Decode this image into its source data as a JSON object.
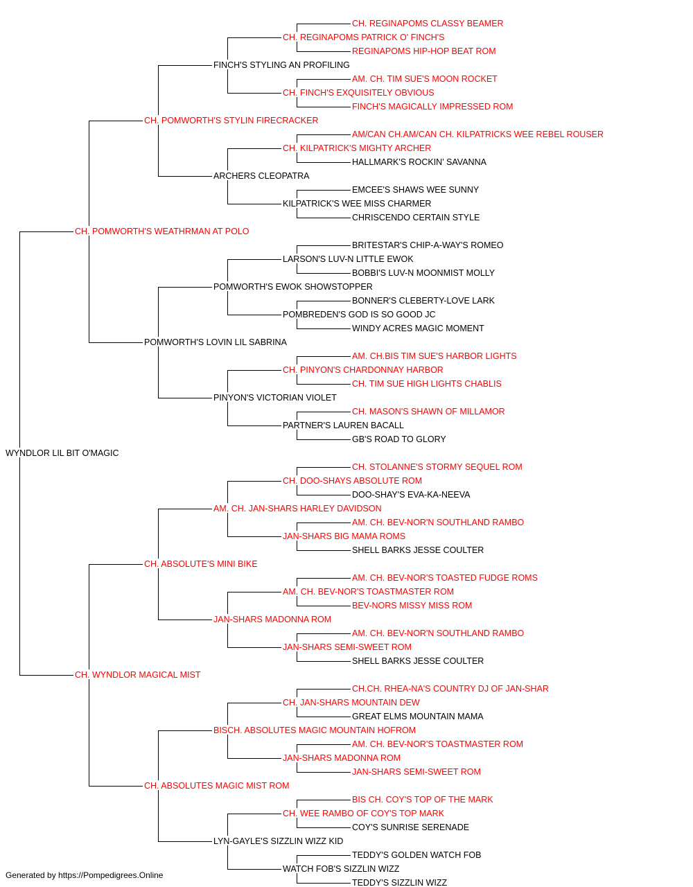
{
  "colors": {
    "champion": "#ff0000",
    "regular": "#000000",
    "line": "#000000"
  },
  "pedigree": [
    {
      "name": "WYNDLOR LIL BIT O'MAGIC",
      "champion": false
    },
    {
      "name": "CH. POMWORTH'S WEATHRMAN AT POLO",
      "champion": true
    },
    {
      "name": "CH. WYNDLOR MAGICAL MIST",
      "champion": true
    },
    {
      "name": "CH. POMWORTH'S STYLIN FIRECRACKER",
      "champion": true
    },
    {
      "name": "POMWORTH'S LOVIN LIL SABRINA",
      "champion": false
    },
    {
      "name": "CH. ABSOLUTE'S MINI BIKE",
      "champion": true
    },
    {
      "name": "CH. ABSOLUTES MAGIC MIST ROM",
      "champion": true
    },
    {
      "name": "FINCH'S STYLING AN PROFILING",
      "champion": false
    },
    {
      "name": "ARCHERS CLEOPATRA",
      "champion": false
    },
    {
      "name": "POMWORTH'S EWOK SHOWSTOPPER",
      "champion": false
    },
    {
      "name": "PINYON'S VICTORIAN VIOLET",
      "champion": false
    },
    {
      "name": "AM. CH. JAN-SHARS HARLEY DAVIDSON",
      "champion": true
    },
    {
      "name": "JAN-SHARS MADONNA ROM",
      "champion": true
    },
    {
      "name": "BISCH. ABSOLUTES MAGIC MOUNTAIN HOFROM",
      "champion": true
    },
    {
      "name": "LYN-GAYLE'S SIZZLIN WIZZ KID",
      "champion": false
    },
    {
      "name": "CH. REGINAPOMS PATRICK O' FINCH'S",
      "champion": true
    },
    {
      "name": "CH. FINCH'S EXQUISITELY OBVIOUS",
      "champion": true
    },
    {
      "name": "CH. KILPATRICK'S MIGHTY ARCHER",
      "champion": true
    },
    {
      "name": "KILPATRICK'S WEE MISS CHARMER",
      "champion": false
    },
    {
      "name": "LARSON'S LUV-N LITTLE EWOK",
      "champion": false
    },
    {
      "name": "POMBREDEN'S GOD IS SO GOOD JC",
      "champion": false
    },
    {
      "name": "CH. PINYON'S CHARDONNAY HARBOR",
      "champion": true
    },
    {
      "name": "PARTNER'S LAUREN BACALL",
      "champion": false
    },
    {
      "name": "CH. DOO-SHAYS ABSOLUTE ROM",
      "champion": true
    },
    {
      "name": "JAN-SHARS BIG MAMA ROMS",
      "champion": true
    },
    {
      "name": "AM. CH. BEV-NOR'S TOASTMASTER ROM",
      "champion": true
    },
    {
      "name": "JAN-SHARS SEMI-SWEET ROM",
      "champion": true
    },
    {
      "name": "CH. JAN-SHARS MOUNTAIN DEW",
      "champion": true
    },
    {
      "name": "JAN-SHARS MADONNA ROM",
      "champion": true
    },
    {
      "name": "CH. WEE RAMBO OF COY'S TOP MARK",
      "champion": true
    },
    {
      "name": "WATCH FOB'S SIZZLIN WIZZ",
      "champion": false
    },
    {
      "name": "CH. REGINAPOMS CLASSY BEAMER",
      "champion": true
    },
    {
      "name": "REGINAPOMS HIP-HOP BEAT ROM",
      "champion": true
    },
    {
      "name": "AM. CH. TIM SUE'S MOON ROCKET",
      "champion": true
    },
    {
      "name": "FINCH'S MAGICALLY IMPRESSED ROM",
      "champion": true
    },
    {
      "name": "AM/CAN CH.AM/CAN CH. KILPATRICKS WEE REBEL ROUSER",
      "champion": true
    },
    {
      "name": "HALLMARK'S ROCKIN' SAVANNA",
      "champion": false
    },
    {
      "name": "EMCEE'S SHAWS WEE SUNNY",
      "champion": false
    },
    {
      "name": "CHRISCENDO CERTAIN STYLE",
      "champion": false
    },
    {
      "name": "BRITESTAR'S CHIP-A-WAY'S ROMEO",
      "champion": false
    },
    {
      "name": "BOBBI'S LUV-N MOONMIST MOLLY",
      "champion": false
    },
    {
      "name": "BONNER'S CLEBERTY-LOVE LARK",
      "champion": false
    },
    {
      "name": "WINDY ACRES MAGIC MOMENT",
      "champion": false
    },
    {
      "name": "AM. CH.BIS TIM SUE'S HARBOR LIGHTS",
      "champion": true
    },
    {
      "name": "CH. TIM SUE HIGH LIGHTS CHABLIS",
      "champion": true
    },
    {
      "name": "CH. MASON'S SHAWN OF MILLAMOR",
      "champion": true
    },
    {
      "name": "GB'S ROAD TO GLORY",
      "champion": false
    },
    {
      "name": "CH. STOLANNE'S STORMY SEQUEL ROM",
      "champion": true
    },
    {
      "name": "DOO-SHAY'S EVA-KA-NEEVA",
      "champion": false
    },
    {
      "name": "AM. CH. BEV-NOR'N SOUTHLAND RAMBO",
      "champion": true
    },
    {
      "name": "SHELL BARKS JESSE COULTER",
      "champion": false
    },
    {
      "name": "AM. CH. BEV-NOR'S TOASTED FUDGE ROMS",
      "champion": true
    },
    {
      "name": "BEV-NORS MISSY MISS ROM",
      "champion": true
    },
    {
      "name": "AM. CH. BEV-NOR'N SOUTHLAND RAMBO",
      "champion": true
    },
    {
      "name": "SHELL BARKS JESSE COULTER",
      "champion": false
    },
    {
      "name": "CH.CH. RHEA-NA'S COUNTRY DJ OF JAN-SHAR",
      "champion": true
    },
    {
      "name": "GREAT ELMS MOUNTAIN MAMA",
      "champion": false
    },
    {
      "name": "AM. CH. BEV-NOR'S TOASTMASTER ROM",
      "champion": true
    },
    {
      "name": "JAN-SHARS SEMI-SWEET ROM",
      "champion": true
    },
    {
      "name": "BIS CH. COY'S TOP OF THE MARK",
      "champion": true
    },
    {
      "name": "COY'S SUNRISE SERENADE",
      "champion": false
    },
    {
      "name": "TEDDY'S GOLDEN WATCH FOB",
      "champion": false
    },
    {
      "name": "TEDDY'S SIZZLIN WIZZ",
      "champion": false
    }
  ],
  "footer": "Generated by https://Pompedigrees.Online"
}
